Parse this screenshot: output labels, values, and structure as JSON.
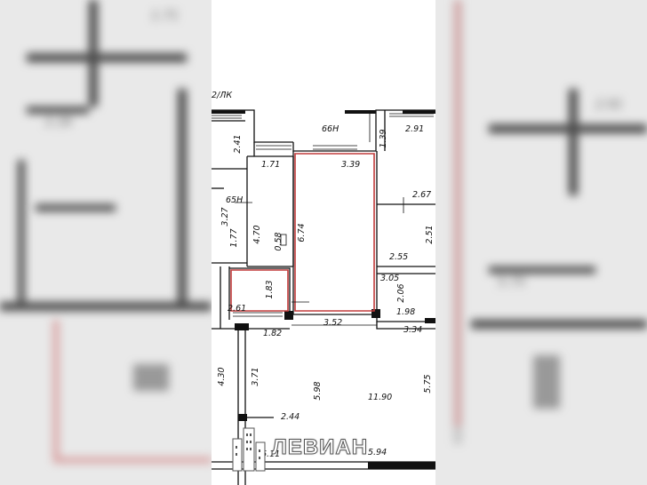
{
  "plan": {
    "labels": {
      "top_left_tag": "2/ЛК",
      "apartment_66": "66Н",
      "apartment_65": "65Н",
      "d_2_41": "2.41",
      "d_1_71": "1.71",
      "d_3_39": "3.39",
      "d_1_39": "1.39",
      "d_2_91": "2.91",
      "d_2_67": "2.67",
      "d_2_51": "2.51",
      "d_2_55": "2.55",
      "d_3_27": "3.27",
      "d_1_77": "1.77",
      "d_4_70": "4.70",
      "d_0_58": "0.58",
      "d_6_74": "6.74",
      "d_3_05": "3.05",
      "d_2_06": "2.06",
      "d_1_98": "1.98",
      "d_1_83": "1.83",
      "d_2_61": "2.61",
      "d_1_82": "1.82",
      "d_3_52": "3.52",
      "d_3_34": "3.34",
      "d_4_30": "4.30",
      "d_3_71": "3.71",
      "d_5_98": "5.98",
      "d_11_90": "11.90",
      "d_5_75": "5.75",
      "d_2_44": "2.44",
      "d_6_11": "6.11",
      "d_5_94": "5.94"
    }
  },
  "logo": {
    "text": "ЛЕВИАН"
  },
  "colors": {
    "wall": "#111111",
    "highlight": "#c23b3b",
    "background": "#ffffff"
  }
}
